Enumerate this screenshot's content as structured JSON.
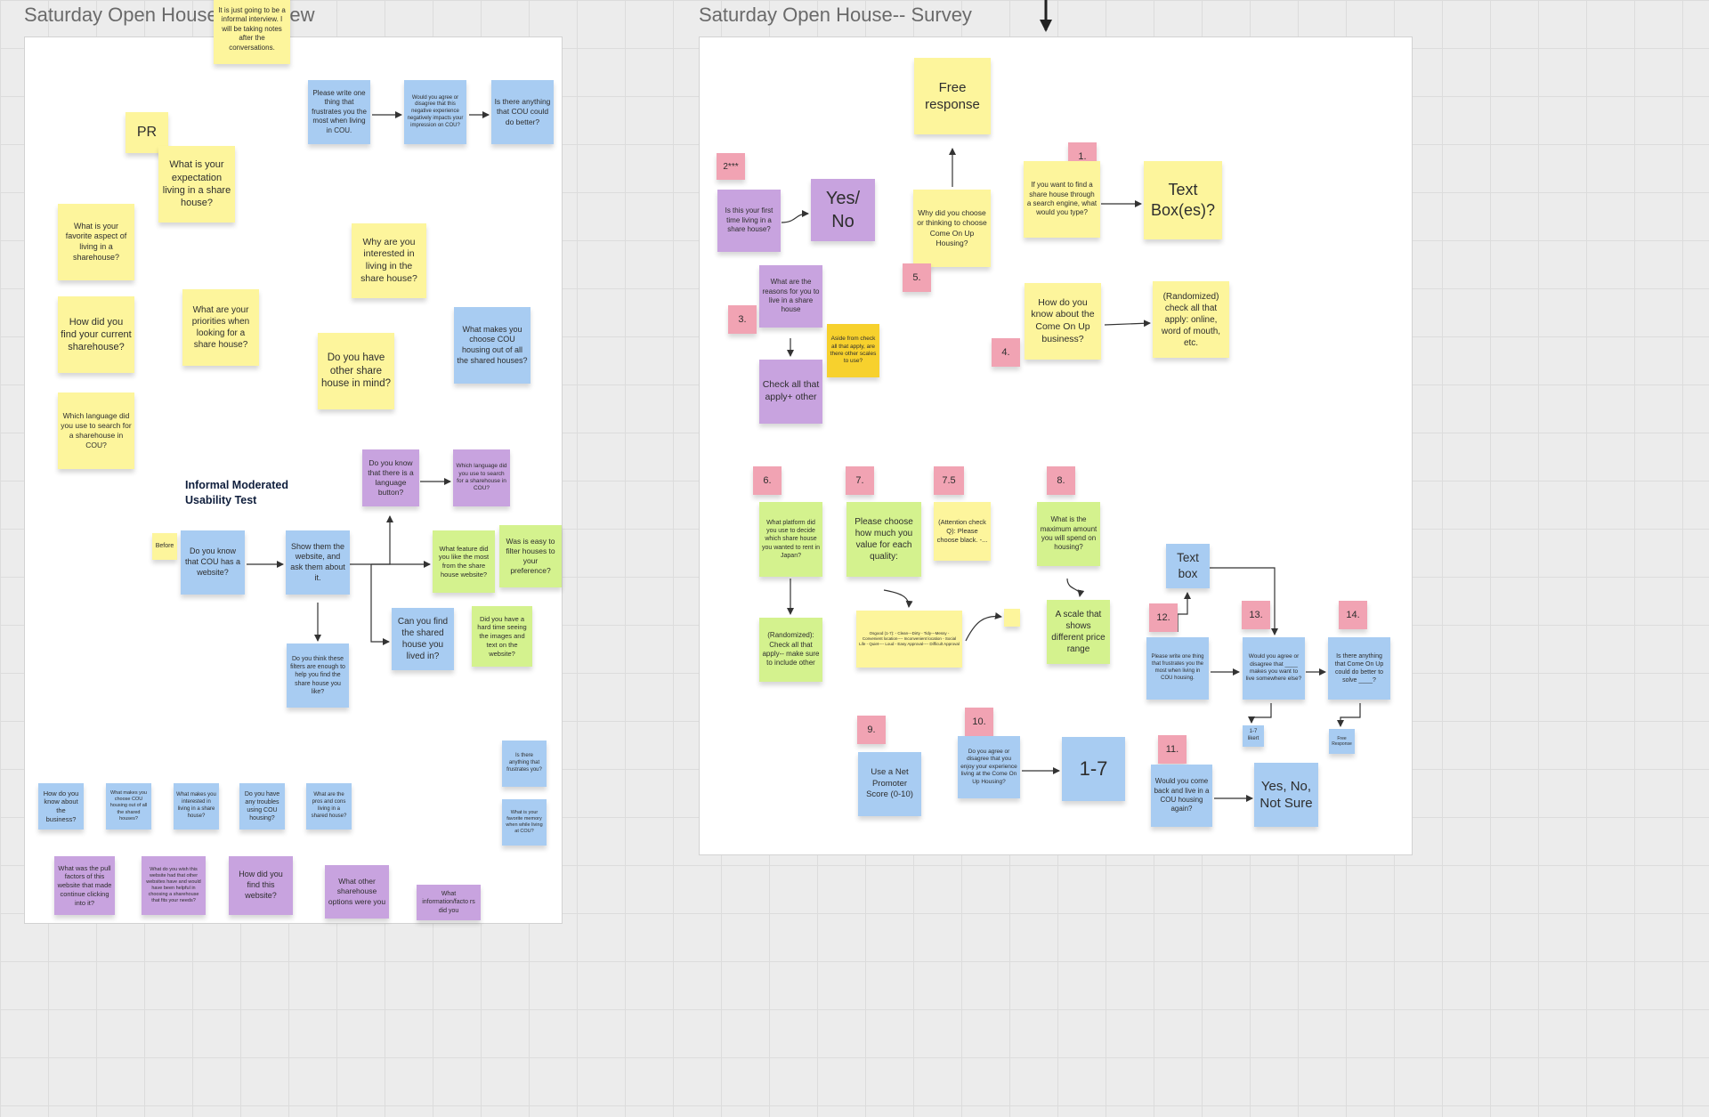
{
  "frames": {
    "interview": {
      "title": "Saturday Open House-- Interview"
    },
    "survey": {
      "title": "Saturday Open House-- Survey"
    }
  },
  "interview": {
    "intro_note": "It is just going to be a informal interview. I will be taking notes after the conversations.",
    "pr": "PR",
    "expectation": "What is your expectation living in a share house?",
    "write_frustrates": "Please write one thing that frustrates you the most when living in COU.",
    "agree_negative": "Would you agree or disagree that this negative experience negatively impacts your impression on COU?",
    "cou_better": "Is there anything that COU could do better?",
    "favorite_aspect": "What is your favorite  aspect of living in a sharehouse?",
    "why_interested": "Why are you interested in living in the share house?",
    "how_find": "How did you find your current sharehouse?",
    "priorities": "What are your priorities when looking for a share house?",
    "other_house": "Do you have other share house in mind?",
    "what_makes": "What makes you choose COU housing out of all the shared houses?",
    "which_language_1": "Which language did you use to search for a sharehouse  in COU?",
    "usability_title": "Informal Moderated Usability Test",
    "know_language_button": "Do you know that there is a language button?",
    "which_language_2": "Which language did you use to search for a sharehouse in COU?",
    "before": "Before",
    "know_website": "Do you know that COU has a website?",
    "show_website": "Show them the website, and ask them about it.",
    "feature_like": "What feature did you like the most from the share house website?",
    "easy_filter": "Was is easy to filter houses to your preference?",
    "can_find": "Can you find the shared house you lived in?",
    "hard_time": "Did you have a hard time seeing the images and text on the website?",
    "filters_enough": "Do you think these filters are enough to help you find the share house you like?",
    "anything_frustrates": "Is there anything that frustrates you?",
    "favorite_memory": "What is your favorite memory when while living at COU?",
    "how_know_business": "How do you know about the business?",
    "makes_choose": "What makes you choose COU housing out of all the shared houses?",
    "makes_interested": "What makes you interested in living in a share house?",
    "any_troubles": "Do you have any troubles using COU housing?",
    "pros_cons": "What are the pros and cons living in a shared house?",
    "pull_factors": "What was the pull factors of this website that made continue clicking into it?",
    "wish_info": "What do you wish this website had that other websites have and would have been helpful in choosing a sharehouse that fits your needs?",
    "how_find_website": "How did you find this website?",
    "other_options": "What other sharehouse options were you",
    "what_info": "What information/facto rs did you"
  },
  "survey": {
    "free_response": "Free response",
    "label_2": "2***",
    "first_time": "Is this your first time living in a share house?",
    "yes_no": "Yes/ No",
    "why_choose": "Why did you choose or thinking to choose Come On Up Housing?",
    "label_1": "1.",
    "find_search": "If you want to find a share house through a search engine, what would you type?",
    "text_boxes": "Text Box(es)?",
    "reasons": "What are the reasons for you to live in a share house",
    "label_3": "3.",
    "label_5": "5.",
    "aside": "Aside from check all that apply, are there other scales to use?",
    "check_all": "Check all that apply+ other",
    "how_know_come_on_up": "How do you know about the Come On Up business?",
    "randomized_online": "(Randomized) check all that apply: online, word of mouth, etc.",
    "label_4": "4.",
    "label_6": "6.",
    "label_7": "7.",
    "label_7_5": "7.5",
    "label_8": "8.",
    "what_platform": "What platform did you use to decide which share house you wanted to rent in Japan?",
    "choose_value": "Please choose how much you value for each quality:",
    "attention": "(Attention check Q): Please choose black. -...",
    "max_amount": "What is the maximum amount you will spend on housing?",
    "randomized_check": "(Randomized): Check all that apply-- make sure to include other",
    "quality_scale": "Osgood (1-7): - Clean---Dirty - Tidy---Messy - Convenient location---- Inconvenient location - Social Life - Quiet---- Loud - Easy Approval---- Difficult Approval",
    "scale_range": "A scale that shows different price range",
    "text_box": "Text box",
    "label_12": "12.",
    "label_13": "13.",
    "label_14": "14.",
    "write_frustrates": "Please write one thing that frustrates you the most when living in COU housing.",
    "agree_makes": "Would you agree or disagree that ____ makes you want to live somewhere else?",
    "anything_better": "Is there anything that Come On Up could do better to solve ____?",
    "likert": "1-7 likert",
    "free_resp_small": "Free Response",
    "label_9": "9.",
    "label_10": "10.",
    "label_11": "11.",
    "nps": "Use a Net Promoter Score (0-10)",
    "enjoy_experience": "Do you agree or disagree that you enjoy your experience living at the Come On Up Housing?",
    "scale_1_7": "1-7",
    "come_back": "Would you come back and live in a COU housing again?",
    "yes_no_not_sure": "Yes, No, Not Sure"
  }
}
